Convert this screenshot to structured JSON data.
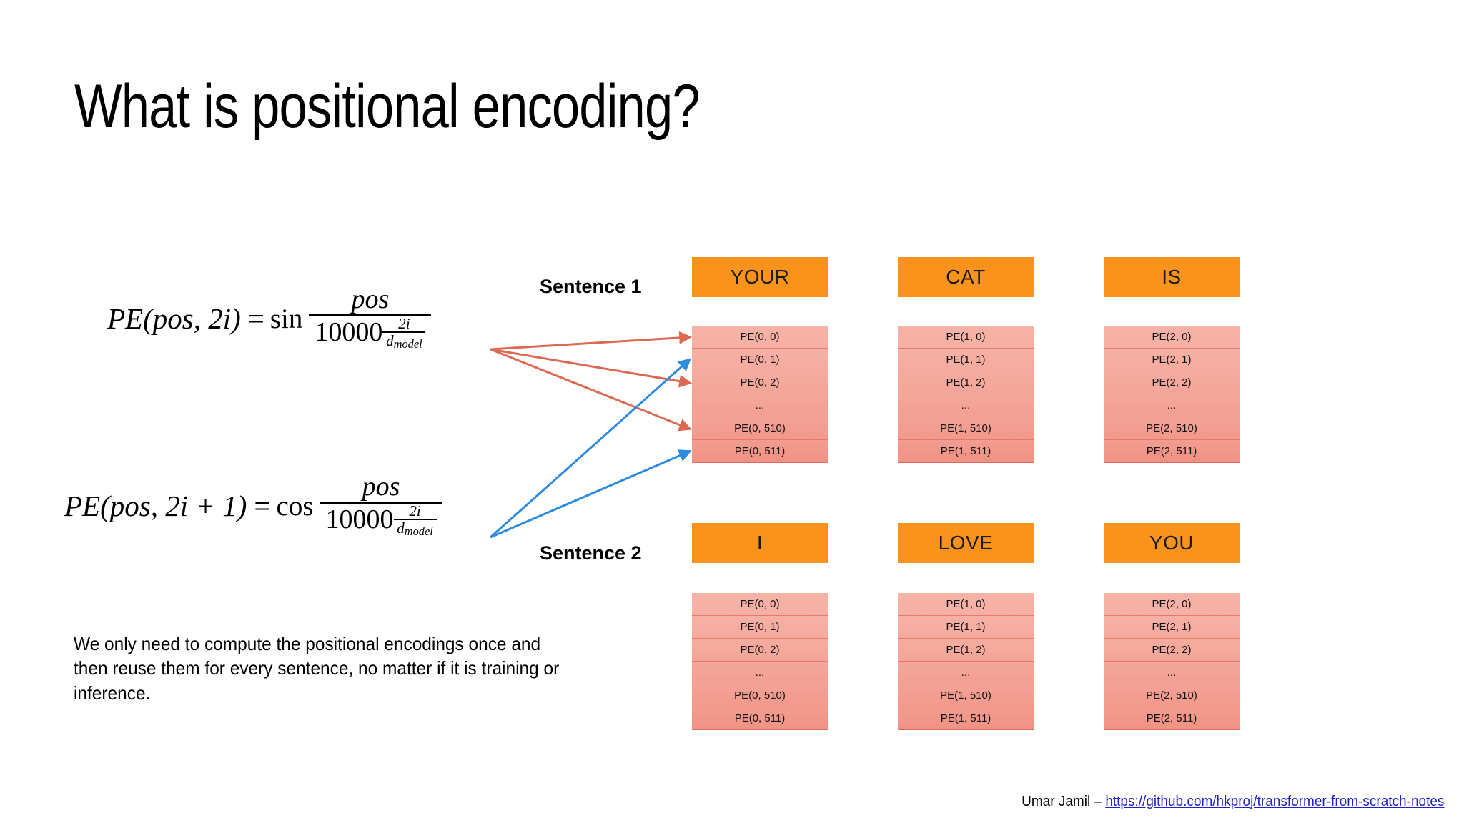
{
  "slide": {
    "title": "What is positional encoding?",
    "caption": "We only need to compute the positional encodings once and then reuse them for every sentence, no matter if it is training or inference."
  },
  "formulas": {
    "sin": {
      "lhs": "PE(pos, 2i)",
      "equals": "=",
      "trig": "sin",
      "numerator": "pos",
      "denominator_base": "10000",
      "exponent_numerator": "2i",
      "exponent_denominator": "d_model"
    },
    "cos": {
      "lhs": "PE(pos, 2i + 1)",
      "equals": "=",
      "trig": "cos",
      "numerator": "pos",
      "denominator_base": "10000",
      "exponent_numerator": "2i",
      "exponent_denominator": "d_model"
    }
  },
  "sentences": [
    {
      "label": "Sentence 1",
      "words": [
        "YOUR",
        "CAT",
        "IS"
      ],
      "columns": [
        [
          "PE(0, 0)",
          "PE(0, 1)",
          "PE(0, 2)",
          "...",
          "PE(0, 510)",
          "PE(0, 511)"
        ],
        [
          "PE(1, 0)",
          "PE(1, 1)",
          "PE(1, 2)",
          "...",
          "PE(1, 510)",
          "PE(1, 511)"
        ],
        [
          "PE(2, 0)",
          "PE(2, 1)",
          "PE(2, 2)",
          "...",
          "PE(2, 510)",
          "PE(2, 511)"
        ]
      ]
    },
    {
      "label": "Sentence 2",
      "words": [
        "I",
        "LOVE",
        "YOU"
      ],
      "columns": [
        [
          "PE(0, 0)",
          "PE(0, 1)",
          "PE(0, 2)",
          "...",
          "PE(0, 510)",
          "PE(0, 511)"
        ],
        [
          "PE(1, 0)",
          "PE(1, 1)",
          "PE(1, 2)",
          "...",
          "PE(1, 510)",
          "PE(1, 511)"
        ],
        [
          "PE(2, 0)",
          "PE(2, 1)",
          "PE(2, 2)",
          "...",
          "PE(2, 510)",
          "PE(2, 511)"
        ]
      ]
    }
  ],
  "arrows": {
    "sin_color": "#DC6A53",
    "cos_color": "#2E8BDE",
    "sin_targets": [
      "PE(0, 0)",
      "PE(0, 2)",
      "PE(0, 510)"
    ],
    "cos_targets": [
      "PE(0, 1)",
      "PE(0, 511)"
    ]
  },
  "footer": {
    "author": "Umar Jamil –",
    "link": "https://github.com/hkproj/transformer-from-scratch-notes"
  },
  "colors": {
    "word_box": "#F9931C",
    "pe_cell_top": "#F7B3A8",
    "pe_cell_bottom": "#F09284",
    "pe_border": "#E8786A",
    "link": "#2222CC"
  }
}
